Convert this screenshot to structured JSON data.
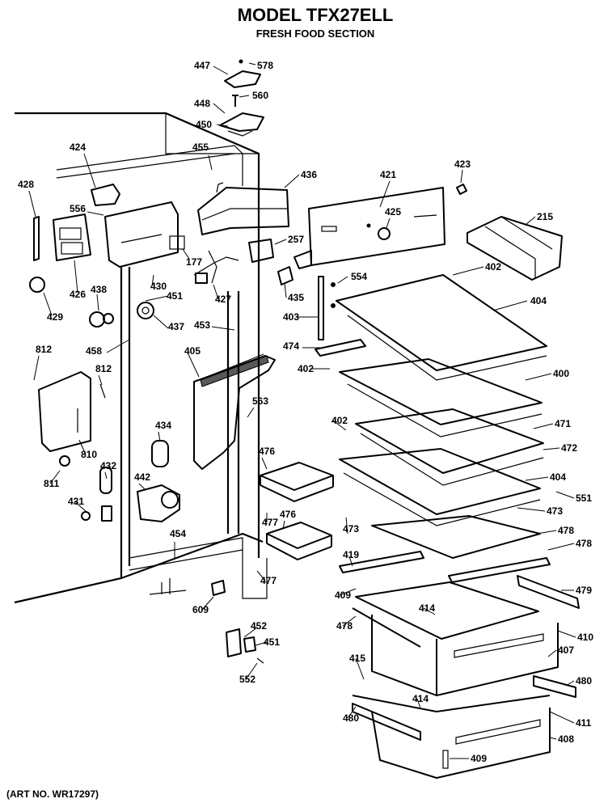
{
  "title": "MODEL TFX27ELL",
  "subtitle": "FRESH FOOD SECTION",
  "art_number": "(ART NO. WR17297)",
  "callouts": [
    "447",
    "578",
    "448",
    "560",
    "450",
    "455",
    "424",
    "436",
    "421",
    "423",
    "428",
    "556",
    "257",
    "425",
    "215",
    "177",
    "554",
    "402",
    "426",
    "438",
    "430",
    "427",
    "451",
    "435",
    "403",
    "404",
    "429",
    "437",
    "453",
    "458",
    "812",
    "405",
    "474",
    "402",
    "400",
    "812",
    "563",
    "434",
    "810",
    "476",
    "471",
    "402",
    "472",
    "811",
    "432",
    "442",
    "404",
    "551",
    "431",
    "477",
    "476",
    "473",
    "473",
    "478",
    "478",
    "454",
    "477",
    "419",
    "479",
    "409",
    "609",
    "452",
    "414",
    "478",
    "410",
    "451",
    "407",
    "415",
    "552",
    "480",
    "414",
    "480",
    "411",
    "408",
    "409"
  ],
  "parts": {
    "cabinet": "cabinet-frame",
    "shelves": "glass-shelf",
    "drawers": "crisper-drawer"
  }
}
